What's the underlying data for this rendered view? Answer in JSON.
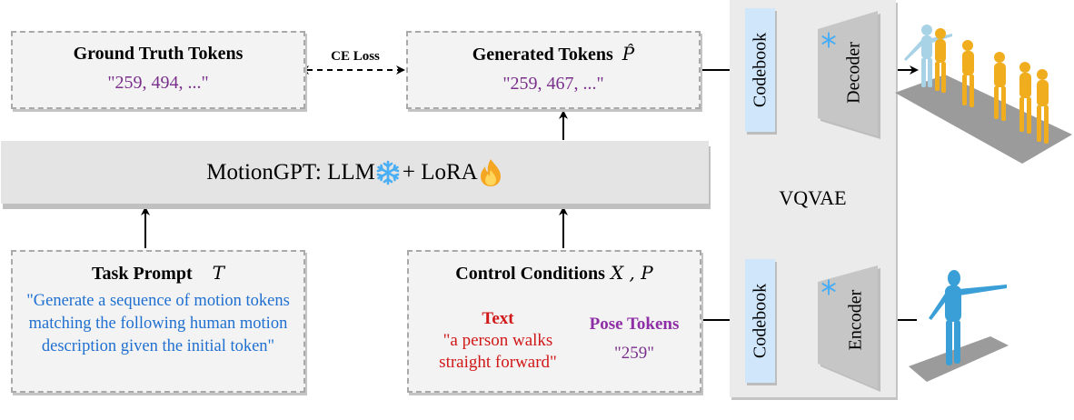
{
  "ground_truth": {
    "title": "Ground Truth Tokens",
    "tokens": "\"259, 494, ...\""
  },
  "loss": {
    "label": "CE Loss"
  },
  "generated": {
    "title": "Generated Tokens",
    "symbol": "P̂",
    "tokens": "\"259, 467, ...\""
  },
  "model": {
    "label_prefix": "MotionGPT: LLM",
    "label_suffix": "+ LoRA",
    "frozen_icon": "snowflake-icon",
    "trainable_icon": "fire-icon"
  },
  "task_prompt": {
    "title": "Task Prompt",
    "symbol": "T",
    "text": "\"Generate a sequence of motion tokens matching the following human motion description given the initial token\""
  },
  "control_conditions": {
    "title": "Control Conditions",
    "symbol": "X , P",
    "text_heading": "Text",
    "text_value": "\"a person walks straight forward\"",
    "pose_heading": "Pose Tokens",
    "pose_value": "\"259\""
  },
  "vqvae": {
    "label": "VQVAE",
    "codebook_label": "Codebook",
    "decoder_label": "Decoder",
    "encoder_label": "Encoder"
  },
  "colors": {
    "token_purple": "#7a2f8c",
    "prompt_blue": "#1f6fd0",
    "text_red": "#d11818",
    "codebook_blue": "#cfe6fb",
    "box_gray": "#f3f3f3",
    "bar_gray": "#e4e4e4"
  }
}
